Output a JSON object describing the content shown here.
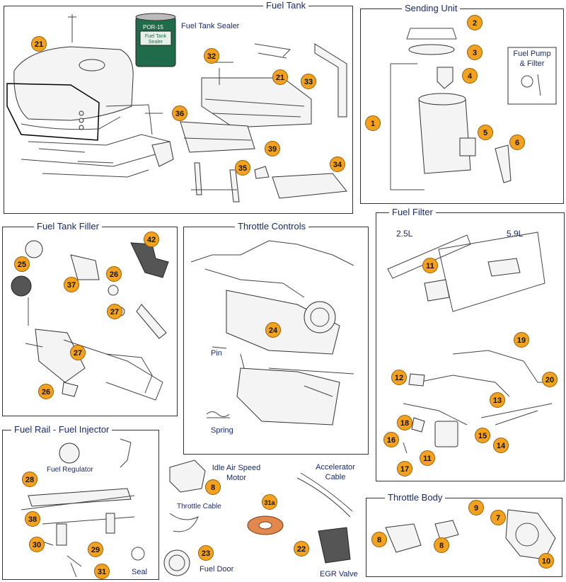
{
  "panels": {
    "fuel_tank": "Fuel Tank",
    "sending_unit": "Sending Unit",
    "fuel_tank_filler": "Fuel Tank Filler",
    "throttle_controls": "Throttle Controls",
    "fuel_filter": "Fuel Filter",
    "fuel_rail": "Fuel Rail - Fuel Injector",
    "throttle_body": "Throttle Body"
  },
  "labels": {
    "fuel_tank_sealer": "Fuel Tank Sealer",
    "fuel_pump_filter_1": "Fuel Pump",
    "fuel_pump_filter_2": "& Filter",
    "engine_25": "2.5L",
    "engine_59": "5.9L",
    "pin": "Pin",
    "spring": "Spring",
    "fuel_regulator": "Fuel Regulator",
    "idle_air_1": "Idle Air Speed",
    "idle_air_2": "Motor",
    "accel_1": "Accelerator",
    "accel_2": "Cable",
    "throttle_cable": "Throttle Cable",
    "fuel_door": "Fuel Door",
    "seal": "Seal",
    "egr_valve": "EGR Valve",
    "sealer_can_brand": "POR-15",
    "sealer_can_text": "Fuel Tank Sealer"
  },
  "badges": {
    "b1": "1",
    "b2": "2",
    "b3": "3",
    "b4": "4",
    "b5": "5",
    "b6": "6",
    "b7": "7",
    "b8a": "8",
    "b8b": "8",
    "b8c": "8",
    "b9": "9",
    "b10": "10",
    "b11a": "11",
    "b11b": "11",
    "b12": "12",
    "b13": "13",
    "b14": "14",
    "b15": "15",
    "b16": "16",
    "b17": "17",
    "b18": "18",
    "b19": "19",
    "b20": "20",
    "b21a": "21",
    "b21b": "21",
    "b22": "22",
    "b23": "23",
    "b24": "24",
    "b25": "25",
    "b26a": "26",
    "b26b": "26",
    "b27a": "27",
    "b27b": "27",
    "b28": "28",
    "b29": "29",
    "b30": "30",
    "b31": "31",
    "b31a": "31a",
    "b32": "32",
    "b33": "33",
    "b34": "34",
    "b35": "35",
    "b36": "36",
    "b37": "37",
    "b38": "38",
    "b39": "39",
    "b42": "42"
  },
  "colors": {
    "badge_fill": "#f3a21f",
    "title_text": "#1a2a6c",
    "border": "#333333"
  }
}
